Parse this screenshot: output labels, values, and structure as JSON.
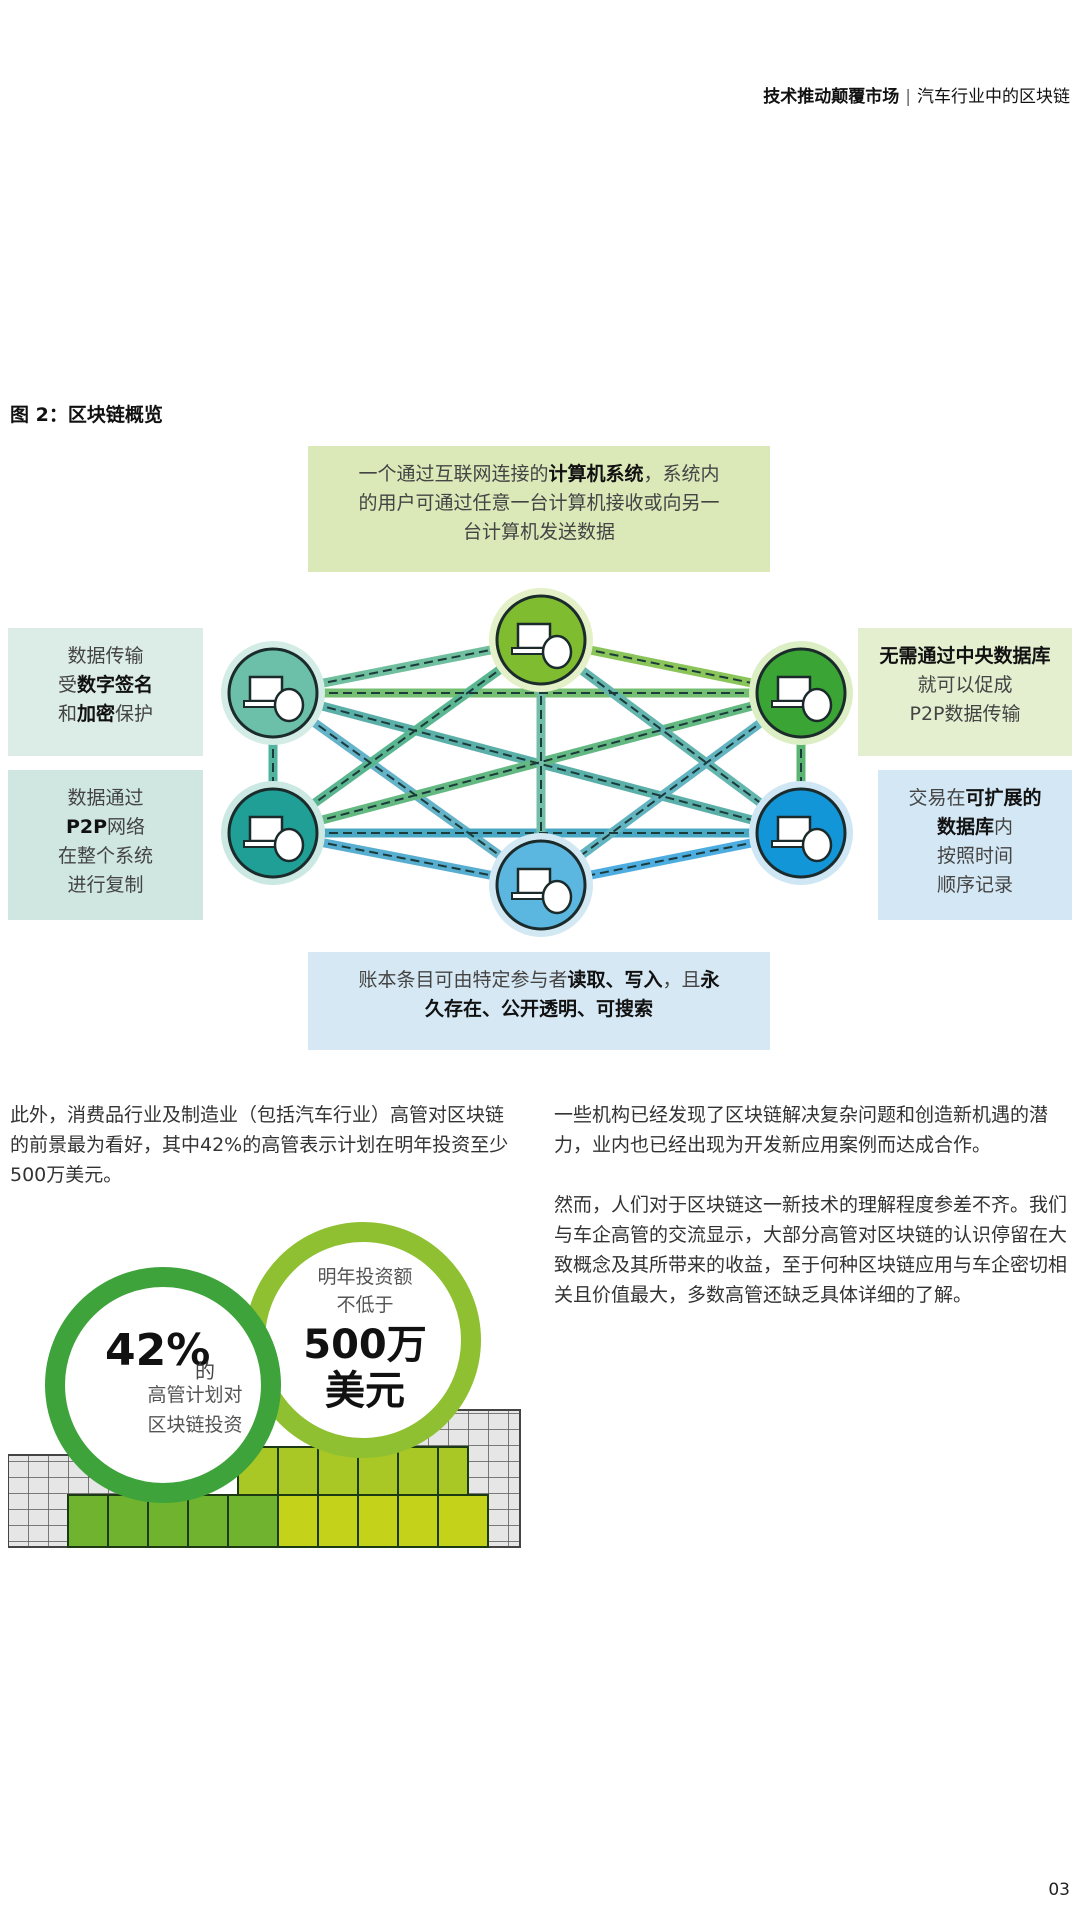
{
  "header": {
    "section": "技术推动颠覆市场",
    "separator": "|",
    "subsection": "汽车行业中的区块链"
  },
  "figure": {
    "title": "图 2：区块链概览",
    "top_box": {
      "line1_a": "一个通过互联网连接的",
      "line1_b": "计算机系统",
      "line1_c": "，系统内",
      "line2": "的用户可通过任意一台计算机接收或向另一",
      "line3": "台计算机发送数据"
    },
    "bottom_box": {
      "line1_a": "账本条目可由特定参与者",
      "line1_b": "读取",
      "line1_c": "、",
      "line1_d": "写入",
      "line1_e": "，且",
      "line1_f": "永",
      "line2": "久存在、公开透明、可搜索"
    },
    "left_top_box": {
      "line1": "数据传输",
      "line2_a": "受",
      "line2_b": "数字签名",
      "line3_a": "和",
      "line3_b": "加密",
      "line3_c": "保护"
    },
    "left_bottom_box": {
      "line1": "数据通过",
      "line2_a": "P2P",
      "line2_b": "网络",
      "line3": "在整个系统",
      "line4": "进行复制"
    },
    "right_top_box": {
      "line1": "无需通过中央数据库",
      "line2": "就可以促成",
      "line3": "P2P数据传输"
    },
    "right_bottom_box": {
      "line1_a": "交易在",
      "line1_b": "可扩展的",
      "line2_a": "数据库",
      "line2_b": "内",
      "line3": "按照时间",
      "line4": "顺序记录"
    }
  },
  "body": {
    "para1": "此外，消费品行业及制造业（包括汽车行业）高管对区块链的前景最为看好，其中42%的高管表示计划在明年投资至少500万美元。",
    "para2": "一些机构已经发现了区块链解决复杂问题和创造新机遇的潜力，业内也已经出现为开发新应用案例而达成合作。",
    "para3": "然而，人们对于区块链这一新技术的理解程度参差不齐。我们与车企高管的交流显示，大部分高管对区块链的认识停留在大致概念及其所带来的收益，至于何种区块链应用与车企密切相关且价值最大，多数高管还缺乏具体详细的了解。"
  },
  "stat": {
    "pct_value": "42%",
    "pct_suffix": "的",
    "pct_label1": "高管计划对",
    "pct_label2": "区块链投资",
    "inv_label1": "明年投资额",
    "inv_label2": "不低于",
    "inv_value1": "500万",
    "inv_value2": "美元"
  },
  "page_number": "03"
}
